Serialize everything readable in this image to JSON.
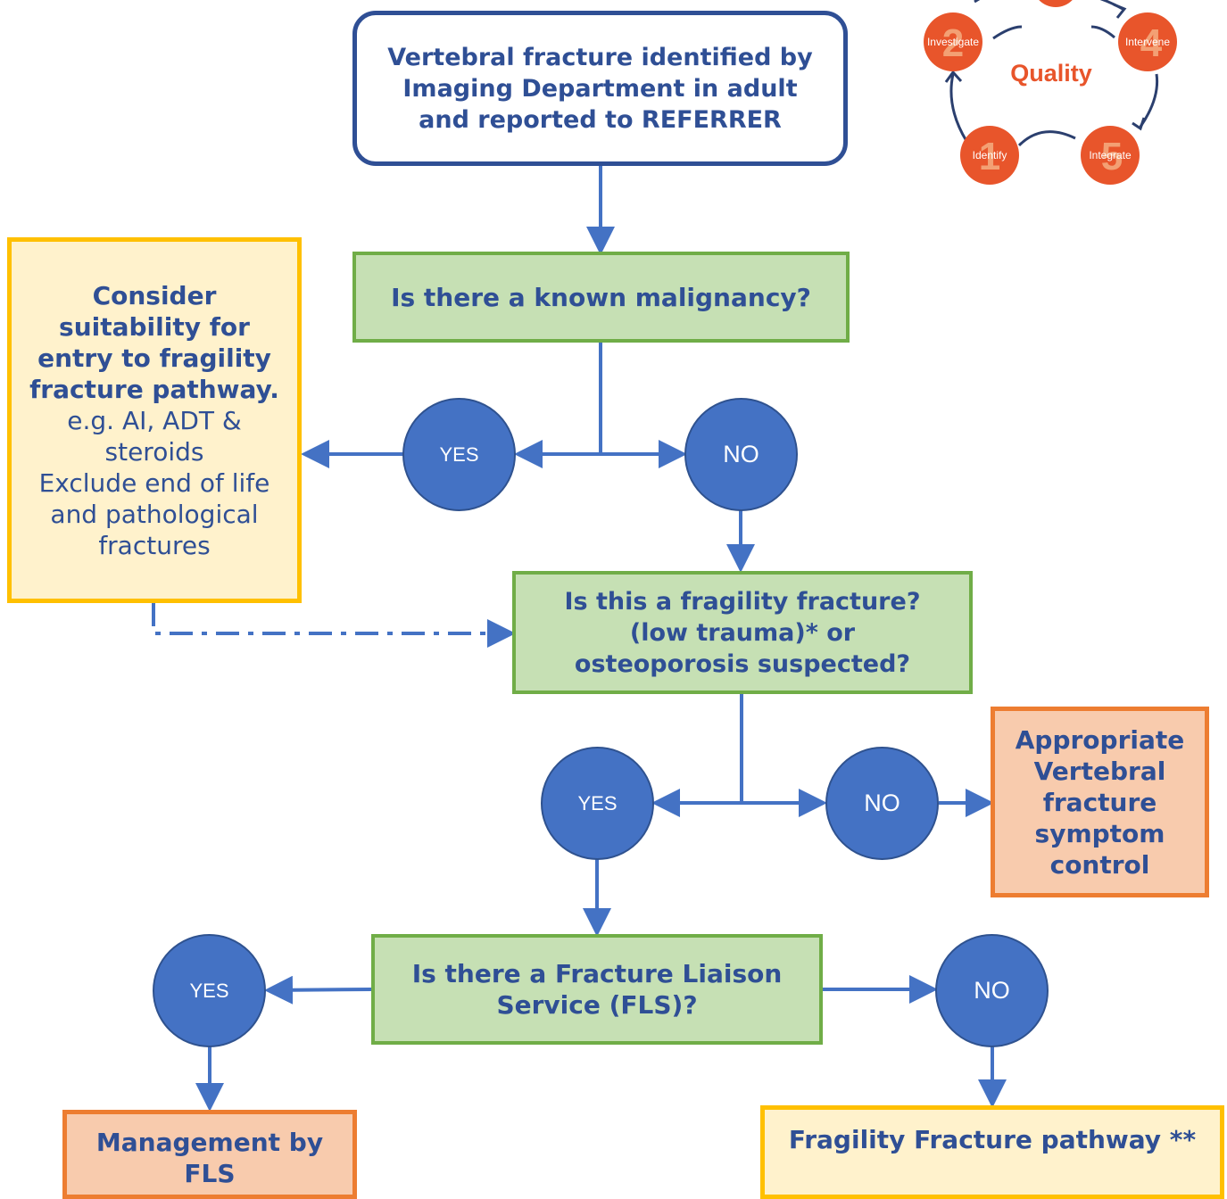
{
  "flow": {
    "start": "Vertebral fracture identified by Imaging Department in adult and reported to REFERRER",
    "q1": "Is there a known malignancy?",
    "q2_line1": "Is this a fragility fracture?",
    "q2_line2": "(low trauma)* or",
    "q2_line3": "osteoporosis suspected?",
    "q3": "Is there a Fracture Liaison Service (FLS)?",
    "consider_title": "Consider suitability for entry to fragility fracture pathway.",
    "consider_body1": "e.g. AI, ADT & steroids",
    "consider_body2": "Exclude end of life and pathological fractures",
    "symptom_control": "Appropriate Vertebral fracture symptom control",
    "management_fls": "Management by FLS",
    "pathway": "Fragility Fracture pathway **"
  },
  "decisions": {
    "q1_yes": "YES",
    "q1_no": "NO",
    "q2_yes": "YES",
    "q2_no": "NO",
    "q3_yes": "YES",
    "q3_no": "NO"
  },
  "quality_cycle": {
    "center": "Quality",
    "steps": [
      {
        "number": "1",
        "label": "Identify"
      },
      {
        "number": "2",
        "label": "Investigate"
      },
      {
        "number": "4",
        "label": "Intervene"
      },
      {
        "number": "5",
        "label": "Integrate"
      }
    ]
  },
  "colors": {
    "text_blue": "#2f4f95",
    "arrow_blue": "#4472c4",
    "question_fill": "#c6e0b4",
    "question_border": "#70ad47",
    "yellow_fill": "#fff2cc",
    "yellow_border": "#ffc000",
    "orange_fill": "#f8cbad",
    "orange_border": "#ed7d31",
    "quality_orange": "#e8552b"
  }
}
